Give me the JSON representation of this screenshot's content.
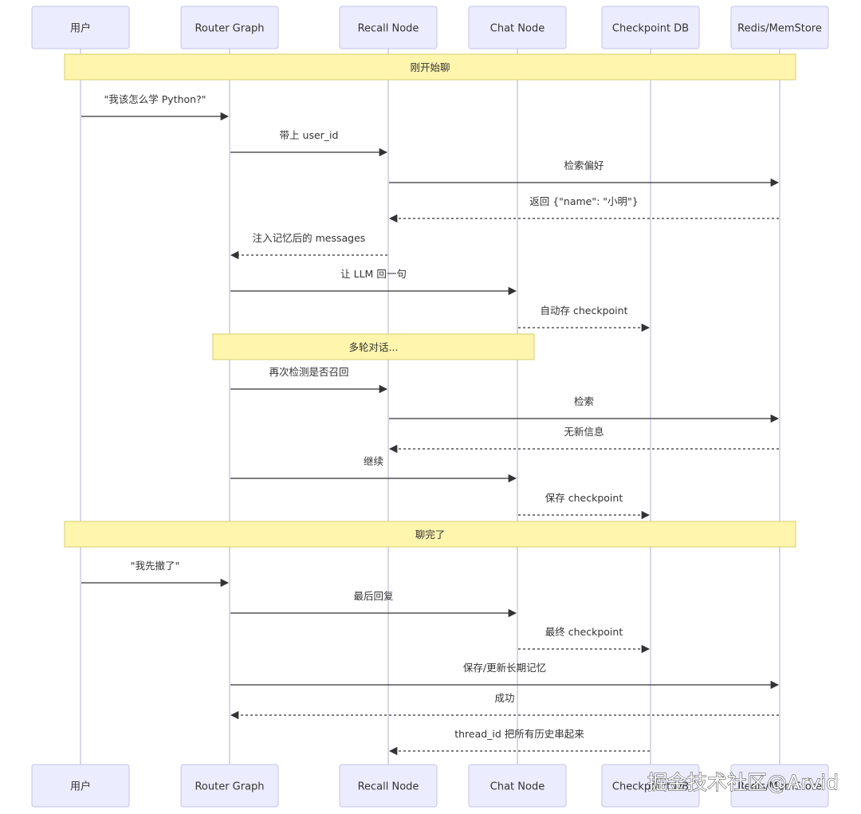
{
  "actors": [
    {
      "id": "user",
      "label": "用户"
    },
    {
      "id": "router",
      "label": "Router Graph"
    },
    {
      "id": "recall",
      "label": "Recall Node"
    },
    {
      "id": "chat",
      "label": "Chat Node"
    },
    {
      "id": "ckpt",
      "label": "Checkpoint DB"
    },
    {
      "id": "redis",
      "label": "Redis/MemStore"
    }
  ],
  "sequence": [
    {
      "kind": "note",
      "over": [
        "user",
        "redis"
      ],
      "text": "刚开始聊"
    },
    {
      "kind": "message",
      "from": "user",
      "to": "router",
      "text": "\"我该怎么学 Python?\"",
      "style": "solid"
    },
    {
      "kind": "message",
      "from": "router",
      "to": "recall",
      "text": "带上 user_id",
      "style": "solid"
    },
    {
      "kind": "message",
      "from": "recall",
      "to": "redis",
      "text": "检索偏好",
      "style": "solid"
    },
    {
      "kind": "message",
      "from": "redis",
      "to": "recall",
      "text": "返回 {\"name\": \"小明\"}",
      "style": "dashed"
    },
    {
      "kind": "message",
      "from": "recall",
      "to": "router",
      "text": "注入记忆后的 messages",
      "style": "dashed"
    },
    {
      "kind": "message",
      "from": "router",
      "to": "chat",
      "text": "让 LLM 回一句",
      "style": "solid"
    },
    {
      "kind": "message",
      "from": "chat",
      "to": "ckpt",
      "text": "自动存 checkpoint",
      "style": "dashed"
    },
    {
      "kind": "note",
      "over": [
        "router",
        "chat"
      ],
      "text": "多轮对话..."
    },
    {
      "kind": "message",
      "from": "router",
      "to": "recall",
      "text": "再次检测是否召回",
      "style": "solid"
    },
    {
      "kind": "message",
      "from": "recall",
      "to": "redis",
      "text": "检索",
      "style": "solid"
    },
    {
      "kind": "message",
      "from": "redis",
      "to": "recall",
      "text": "无新信息",
      "style": "dashed"
    },
    {
      "kind": "message",
      "from": "router",
      "to": "chat",
      "text": "继续",
      "style": "solid"
    },
    {
      "kind": "message",
      "from": "chat",
      "to": "ckpt",
      "text": "保存 checkpoint",
      "style": "dashed"
    },
    {
      "kind": "note",
      "over": [
        "user",
        "redis"
      ],
      "text": "聊完了"
    },
    {
      "kind": "message",
      "from": "user",
      "to": "router",
      "text": "\"我先撤了\"",
      "style": "solid"
    },
    {
      "kind": "message",
      "from": "router",
      "to": "chat",
      "text": "最后回复",
      "style": "solid"
    },
    {
      "kind": "message",
      "from": "chat",
      "to": "ckpt",
      "text": "最终 checkpoint",
      "style": "dashed"
    },
    {
      "kind": "message",
      "from": "router",
      "to": "redis",
      "text": "保存/更新长期记忆",
      "style": "solid"
    },
    {
      "kind": "message",
      "from": "redis",
      "to": "router",
      "text": "成功",
      "style": "dashed"
    },
    {
      "kind": "message",
      "from": "ckpt",
      "to": "recall",
      "text": "thread_id 把所有历史串起来",
      "style": "dashed"
    }
  ],
  "watermark": "掘金技术社区@Arvid",
  "colors": {
    "actor_fill": "#ececff",
    "actor_border": "#c3c3e8",
    "note_fill": "#fff5ad",
    "note_border": "#d7cf6e",
    "line": "#333333"
  }
}
